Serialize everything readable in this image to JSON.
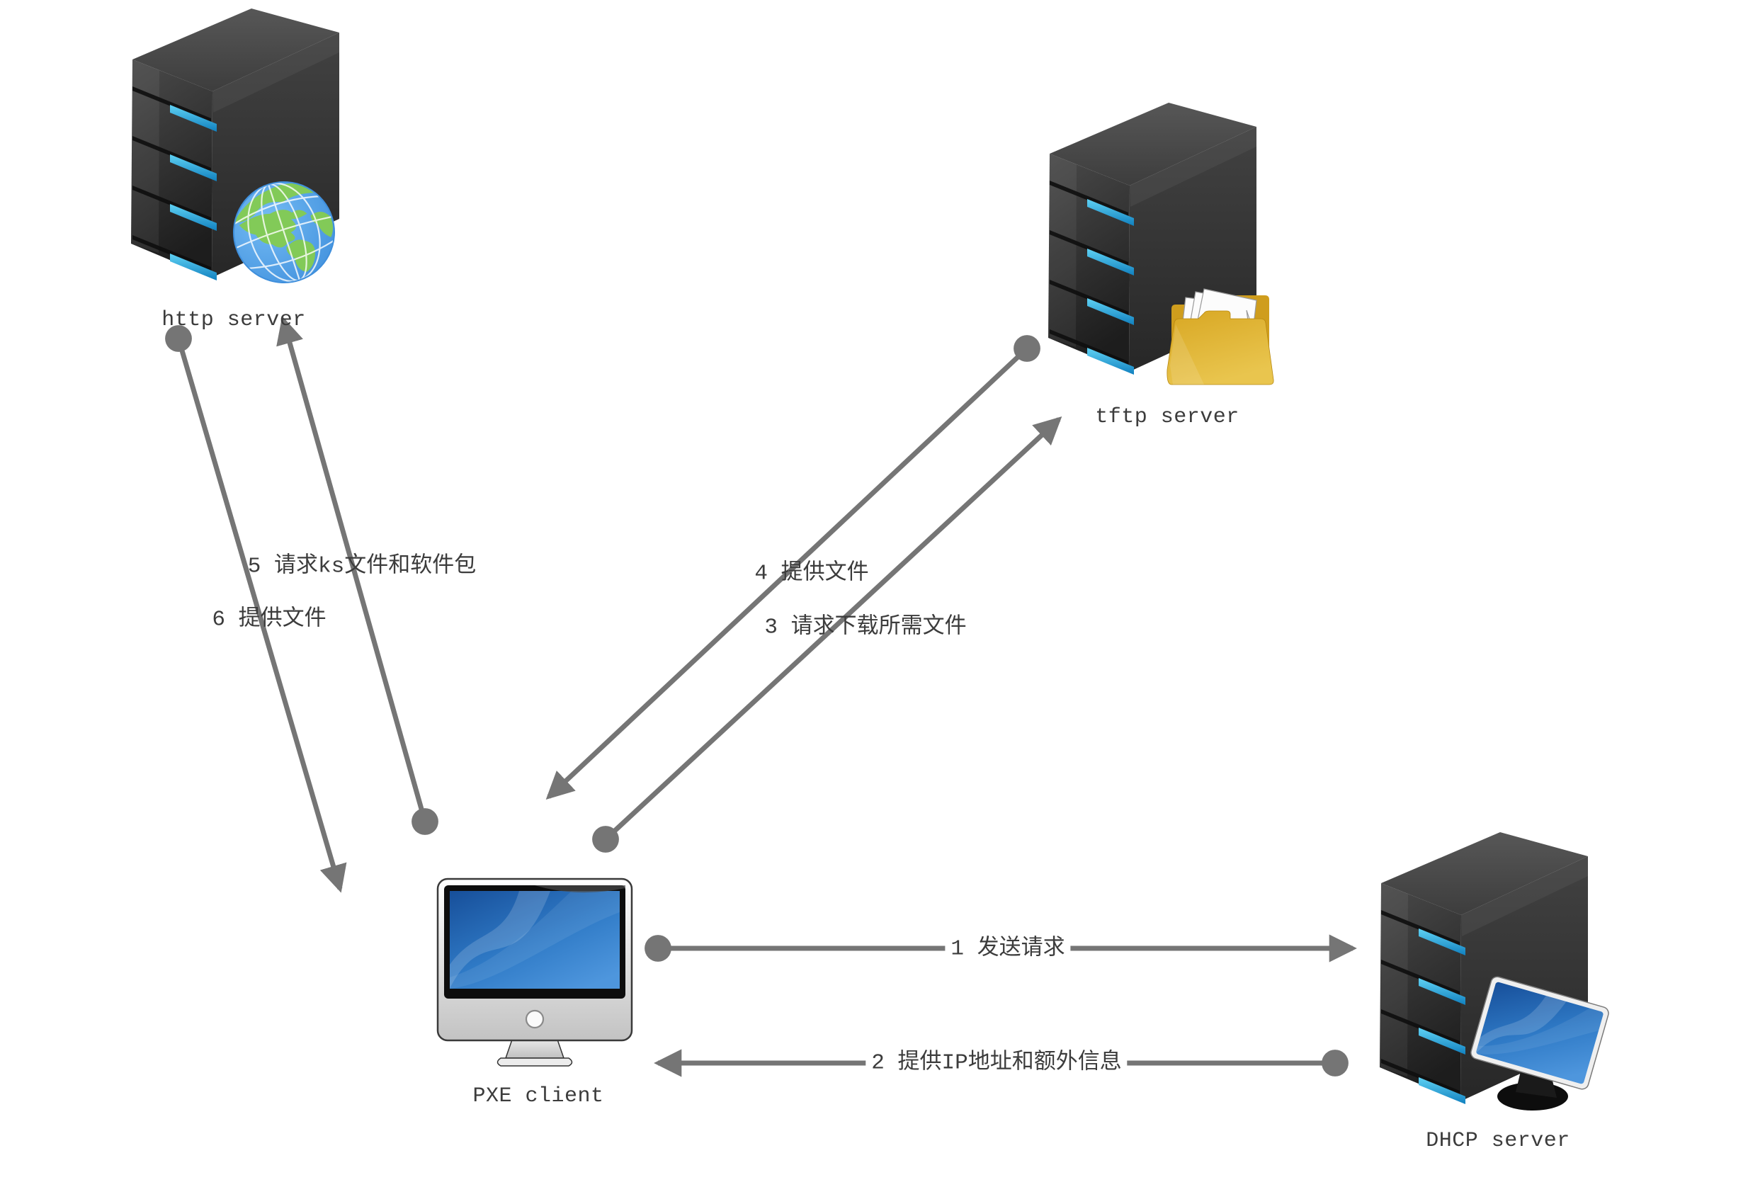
{
  "diagram": {
    "title": "PXE boot network diagram",
    "nodes": [
      {
        "id": "http-server",
        "label": "http server",
        "icon": "server-globe"
      },
      {
        "id": "tftp-server",
        "label": "tftp server",
        "icon": "server-folder"
      },
      {
        "id": "pxe-client",
        "label": "PXE client",
        "icon": "imac-computer"
      },
      {
        "id": "dhcp-server",
        "label": "DHCP server",
        "icon": "server-monitor"
      }
    ],
    "connectors": [
      {
        "id": "1",
        "label": "1 发送请求",
        "from": "pxe-client",
        "to": "dhcp-server"
      },
      {
        "id": "2",
        "label": "2 提供IP地址和额外信息",
        "from": "dhcp-server",
        "to": "pxe-client"
      },
      {
        "id": "3",
        "label": "3 请求下载所需文件",
        "from": "pxe-client",
        "to": "tftp-server"
      },
      {
        "id": "4",
        "label": "4 提供文件",
        "from": "tftp-server",
        "to": "pxe-client"
      },
      {
        "id": "5",
        "label": "5 请求ks文件和软件包",
        "from": "pxe-client",
        "to": "http-server"
      },
      {
        "id": "6",
        "label": "6 提供文件",
        "from": "http-server",
        "to": "pxe-client"
      }
    ],
    "palette": {
      "background": "#ffffff",
      "connector_gray": "#757575",
      "label_text": "#3c3c3c",
      "server_body_dark": "#3a3a3a",
      "server_slot_blue": "#2eaade",
      "folder_gold": "#d9a928",
      "globe_ocean_blue": "#4a9dea",
      "globe_land_green": "#82ca58",
      "screen_blue": "#2a74c0"
    }
  }
}
